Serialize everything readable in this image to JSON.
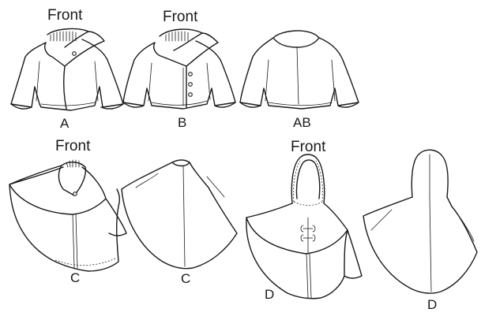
{
  "views": {
    "view_a": {
      "heading": "Front",
      "letter": "A"
    },
    "view_b": {
      "heading": "Front",
      "letter": "B"
    },
    "view_ab": {
      "letter": "AB"
    },
    "view_c": {
      "heading": "Front",
      "letter": "C"
    },
    "view_c2": {
      "letter": "C"
    },
    "view_d": {
      "heading": "Front",
      "letter": "D"
    },
    "view_d2": {
      "letter": "D"
    }
  },
  "colors": {
    "ink": "#1a1a1a",
    "paper": "#ffffff"
  }
}
